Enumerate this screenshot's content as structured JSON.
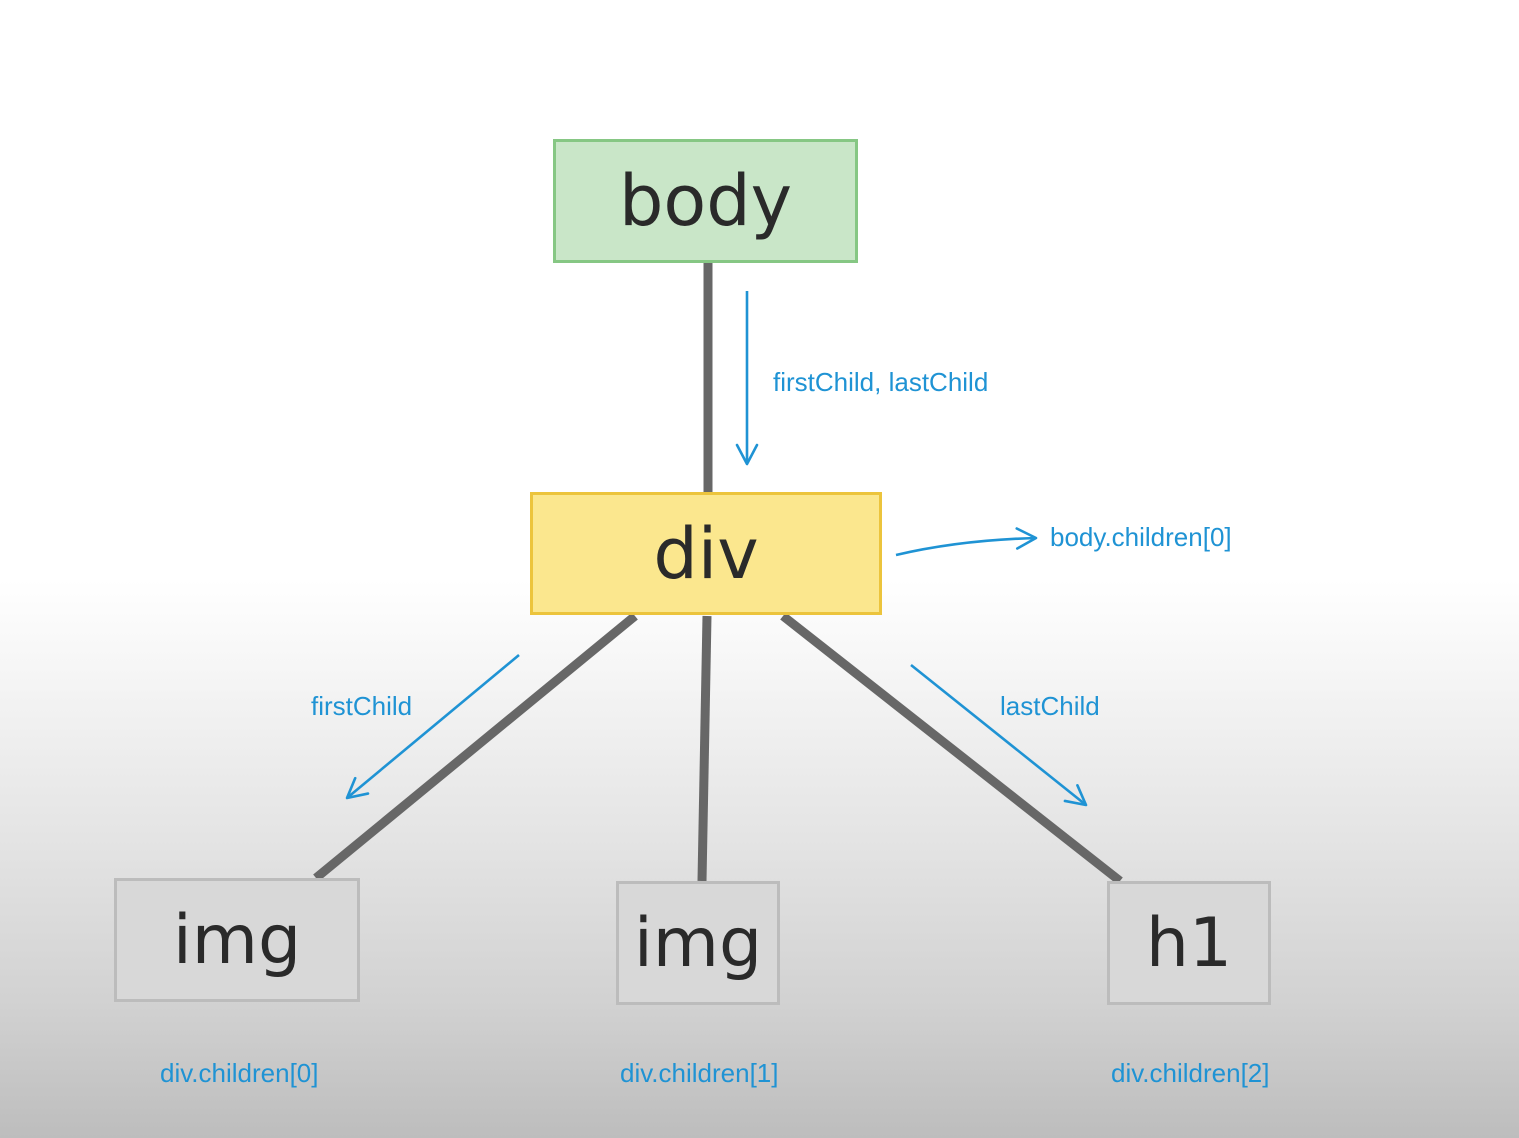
{
  "nodes": {
    "body": "body",
    "div": "div",
    "img_first": "img",
    "img_second": "img",
    "h1": "h1"
  },
  "labels": {
    "first_and_last_child": "firstChild, lastChild",
    "body_children_0": "body.children[0]",
    "first_child": "firstChild",
    "last_child": "lastChild",
    "div_children_0": "div.children[0]",
    "div_children_1": "div.children[1]",
    "div_children_2": "div.children[2]"
  },
  "colors": {
    "connector": "#676767",
    "arrow": "#1f93d4",
    "body_fill": "#c9e6c8",
    "body_border": "#86c784",
    "div_fill": "#fbe78e",
    "div_border": "#ecc43c",
    "leaf_fill": "#d8d8d8",
    "leaf_border": "#bcbcbc"
  }
}
